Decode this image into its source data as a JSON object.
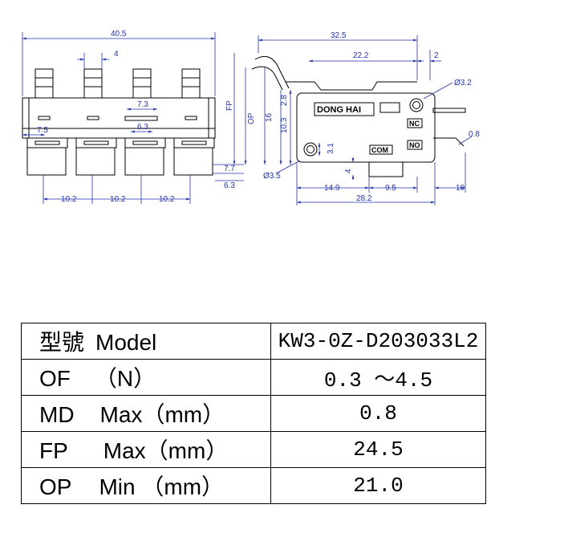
{
  "drawing": {
    "front_view": {
      "overall_width": "40.5",
      "terminal_width": "4",
      "slot_width_upper": "7.3",
      "slot_width_lower": "6.3",
      "left_offset": "7.5",
      "pitch": [
        "10.2",
        "10.2",
        "10.2"
      ],
      "right_dim_upper": "7.7",
      "right_dim_lower": "6.3"
    },
    "side_view": {
      "overall_length": "32.5",
      "lever_length": "22.2",
      "end_offset": "2",
      "hole_upper": "Ø3.2",
      "hole_lower": "Ø3.5",
      "fp_label": "FP",
      "op_label": "OP",
      "height_16": "16",
      "height_10_3": "10.3",
      "dim_2_8": "2.8",
      "dim_3_1": "3.1",
      "dim_4": "4",
      "dim_0_8": "0.8",
      "dim_14_9": "14.9",
      "dim_9_5": "9.5",
      "dim_28_2": "28.2",
      "dim_10": "10",
      "brand": "DONG HAI",
      "terminal_nc": "NC",
      "terminal_no": "NO",
      "terminal_com": "COM"
    }
  },
  "specs": [
    {
      "label_a": "型號",
      "label_b": "Model",
      "value": "KW3-0Z-D203033L2"
    },
    {
      "label_a": "OF",
      "label_b": "（N）",
      "value": "0.3 ～4.5"
    },
    {
      "label_a": "MD",
      "label_b": "Max（mm）",
      "value": "0.8"
    },
    {
      "label_a": "FP",
      "label_b": "Max（mm）",
      "value": "24.5"
    },
    {
      "label_a": "OP",
      "label_b": "Min （mm）",
      "value": "21.0"
    }
  ]
}
